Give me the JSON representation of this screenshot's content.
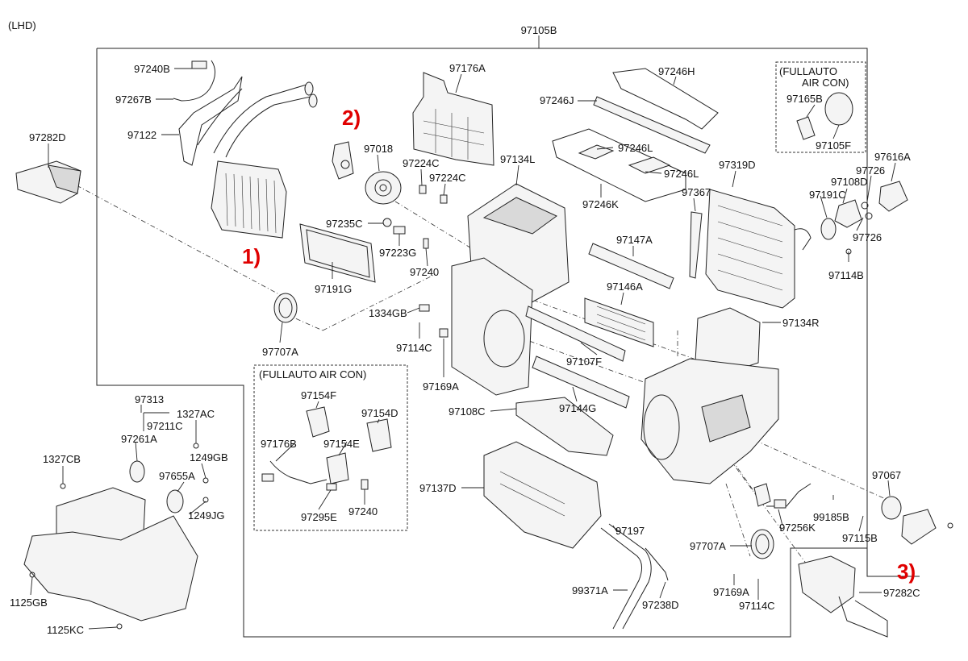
{
  "header": {
    "drive_side": "(LHD)",
    "assembly_number": "97105B"
  },
  "callouts": {
    "c1": "1)",
    "c2": "2)",
    "c3": "3)",
    "color": "#e00000"
  },
  "boxes": {
    "full_auto_top": {
      "line1": "(FULLAUTO",
      "line2": "AIR CON)"
    },
    "full_auto_center": {
      "title": "(FULLAUTO AIR CON)"
    }
  },
  "parts": {
    "p97240B": "97240B",
    "p97267B": "97267B",
    "p97122": "97122",
    "p97282D": "97282D",
    "p97176A": "97176A",
    "p97018": "97018",
    "p97224C_a": "97224C",
    "p97224C_b": "97224C",
    "p97134L": "97134L",
    "p97235C": "97235C",
    "p97223G": "97223G",
    "p97240_a": "97240",
    "p97191G": "97191G",
    "p97707A_a": "97707A",
    "p1334GB": "1334GB",
    "p97114C_a": "97114C",
    "p97169A_a": "97169A",
    "p97246H": "97246H",
    "p97246J": "97246J",
    "p97246L_a": "97246L",
    "p97246L_b": "97246L",
    "p97246K": "97246K",
    "p97165B": "97165B",
    "p97105F": "97105F",
    "p97616A": "97616A",
    "p97319D": "97319D",
    "p97726_a": "97726",
    "p97108D": "97108D",
    "p97367": "97367",
    "p97191C": "97191C",
    "p97726_b": "97726",
    "p97114B": "97114B",
    "p97147A": "97147A",
    "p97146A": "97146A",
    "p97134R": "97134R",
    "p97107F": "97107F",
    "p97144G": "97144G",
    "p97108C": "97108C",
    "p97137D": "97137D",
    "p97197": "97197",
    "p99371A": "99371A",
    "p97238D": "97238D",
    "p97707A_b": "97707A",
    "p97169A_b": "97169A",
    "p97114C_b": "97114C",
    "p97282C": "97282C",
    "p97067": "97067",
    "p99185B": "99185B",
    "p97115B": "97115B",
    "p97256K": "97256K",
    "p97154F": "97154F",
    "p97154D": "97154D",
    "p97176B": "97176B",
    "p97154E": "97154E",
    "p97295E": "97295E",
    "p97240_b": "97240",
    "p97313": "97313",
    "p97211C": "97211C",
    "p97261A": "97261A",
    "p1327AC": "1327AC",
    "p1327CB": "1327CB",
    "p1249GB": "1249GB",
    "p97655A": "97655A",
    "p1249JG": "1249JG",
    "p1125GB": "1125GB",
    "p1125KC": "1125KC"
  }
}
